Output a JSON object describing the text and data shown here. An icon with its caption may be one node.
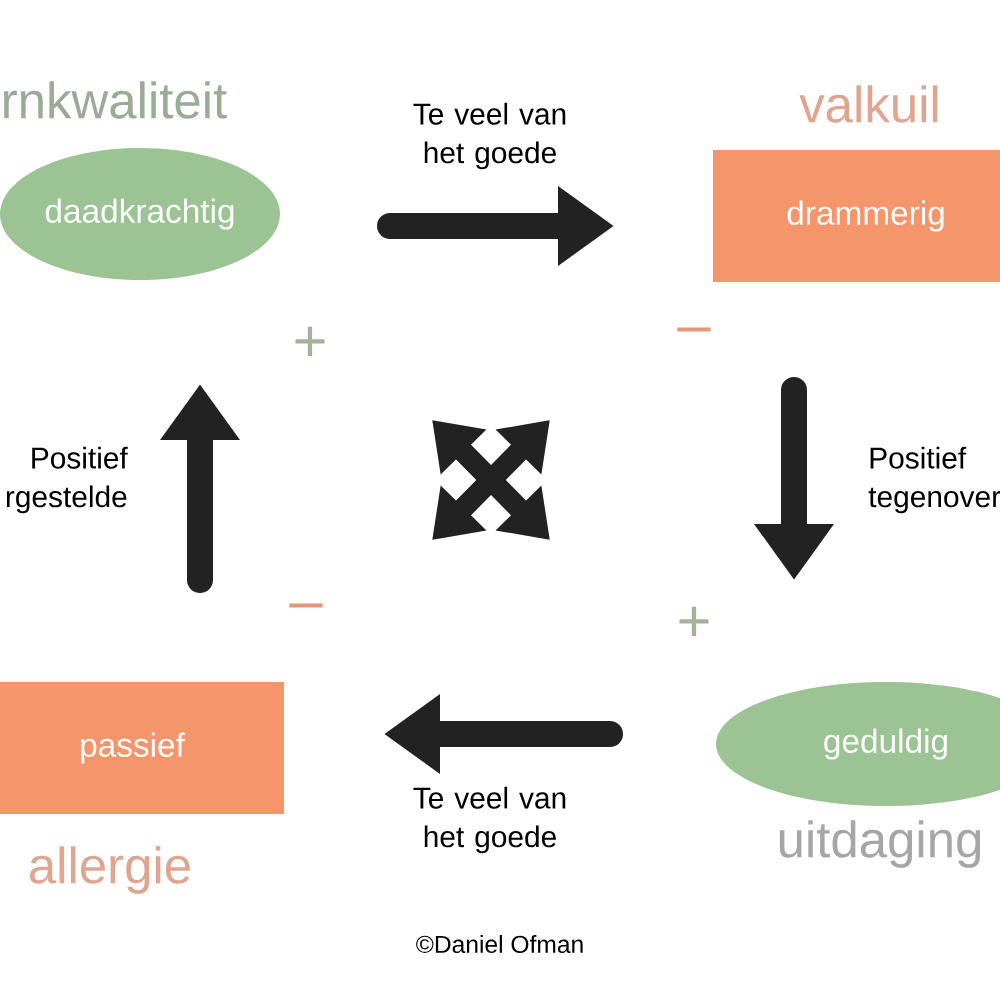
{
  "diagram": {
    "nodes": [
      {
        "text": [
          "rnkwaliteit",
          "daadkrachtig"
        ]
      },
      {
        "text": [
          "valkuil",
          "drammerig"
        ]
      },
      {
        "text": [
          "geduldig",
          "uitdaging"
        ]
      },
      {
        "text": [
          "passief",
          "allergie"
        ]
      }
    ],
    "edges": [
      {
        "from": 0,
        "to": 1,
        "arrow": "to",
        "label": "Te veel van het goede"
      },
      {
        "from": 1,
        "to": 2,
        "arrow": "to",
        "label": "Positief tegenover"
      },
      {
        "from": 2,
        "to": 3,
        "arrow": "to",
        "label": "Te veel van het goede"
      },
      {
        "from": 3,
        "to": 0,
        "arrow": "to",
        "label": "Positief rgestelde"
      }
    ],
    "labels": [
      "+",
      "–",
      "+",
      "–",
      "©Daniel Ofman"
    ]
  }
}
